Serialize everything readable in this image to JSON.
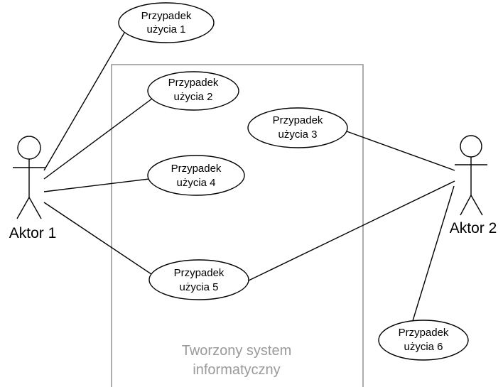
{
  "system": {
    "label_line1": "Tworzony system",
    "label_line2": "informatyczny"
  },
  "actors": {
    "actor1": {
      "label": "Aktor 1"
    },
    "actor2": {
      "label": "Aktor 2"
    }
  },
  "use_cases": [
    {
      "id": "uc1",
      "line1": "Przypadek",
      "line2": "użycia 1"
    },
    {
      "id": "uc2",
      "line1": "Przypadek",
      "line2": "użycia 2"
    },
    {
      "id": "uc3",
      "line1": "Przypadek",
      "line2": "użycia 3"
    },
    {
      "id": "uc4",
      "line1": "Przypadek",
      "line2": "użycia 4"
    },
    {
      "id": "uc5",
      "line1": "Przypadek",
      "line2": "użycia 5"
    },
    {
      "id": "uc6",
      "line1": "Przypadek",
      "line2": "użycia 6"
    }
  ],
  "associations": [
    {
      "actor": "actor1",
      "use_case": "uc1"
    },
    {
      "actor": "actor1",
      "use_case": "uc2"
    },
    {
      "actor": "actor1",
      "use_case": "uc4"
    },
    {
      "actor": "actor1",
      "use_case": "uc5"
    },
    {
      "actor": "actor2",
      "use_case": "uc3"
    },
    {
      "actor": "actor2",
      "use_case": "uc5"
    },
    {
      "actor": "actor2",
      "use_case": "uc6"
    }
  ]
}
